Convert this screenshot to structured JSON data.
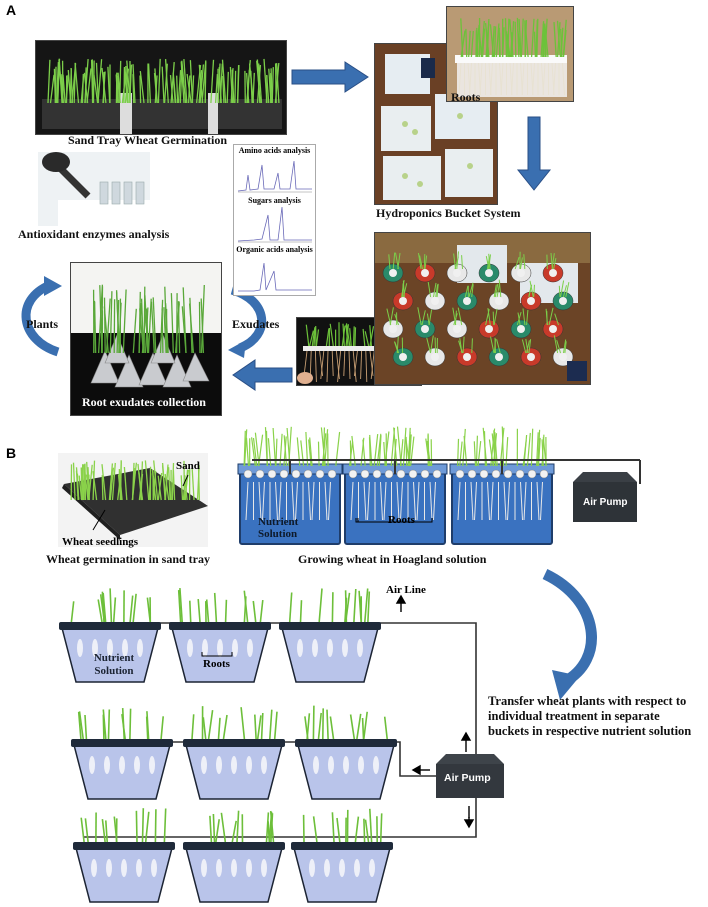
{
  "panel_a": {
    "label": "A",
    "captions": {
      "sand_tray": "Sand Tray Wheat Germination",
      "roots": "Roots",
      "hydroponics": "Hydroponics Bucket System",
      "antioxidant": "Antioxidant enzymes analysis",
      "plants": "Plants",
      "exudates": "Exudates",
      "root_exudates": "Root exudates collection"
    },
    "analysis_card": {
      "amino": "Amino acids analysis",
      "sugars": "Sugars analysis",
      "organic": "Organic acids analysis"
    }
  },
  "panel_b": {
    "label": "B",
    "captions": {
      "sand": "Sand",
      "wheat_seedlings": "Wheat seedlings",
      "germination": "Wheat germination in sand tray",
      "nutrient_solution": "Nutrient Solution",
      "roots": "Roots",
      "growing": "Growing wheat in Hoagland solution",
      "air_pump": "Air Pump",
      "air_line": "Air Line",
      "transfer": "Transfer wheat plants with respect to individual treatment in separate buckets in respective nutrient solution"
    }
  },
  "colors": {
    "arrow_blue": "#3a6fb0",
    "bucket_blue": "#3a72c0",
    "bucket_light": "#b8c4ea",
    "lid": "#1f2a3a",
    "plant_green": "#6dbf3a",
    "pump": "#3a3f45"
  }
}
